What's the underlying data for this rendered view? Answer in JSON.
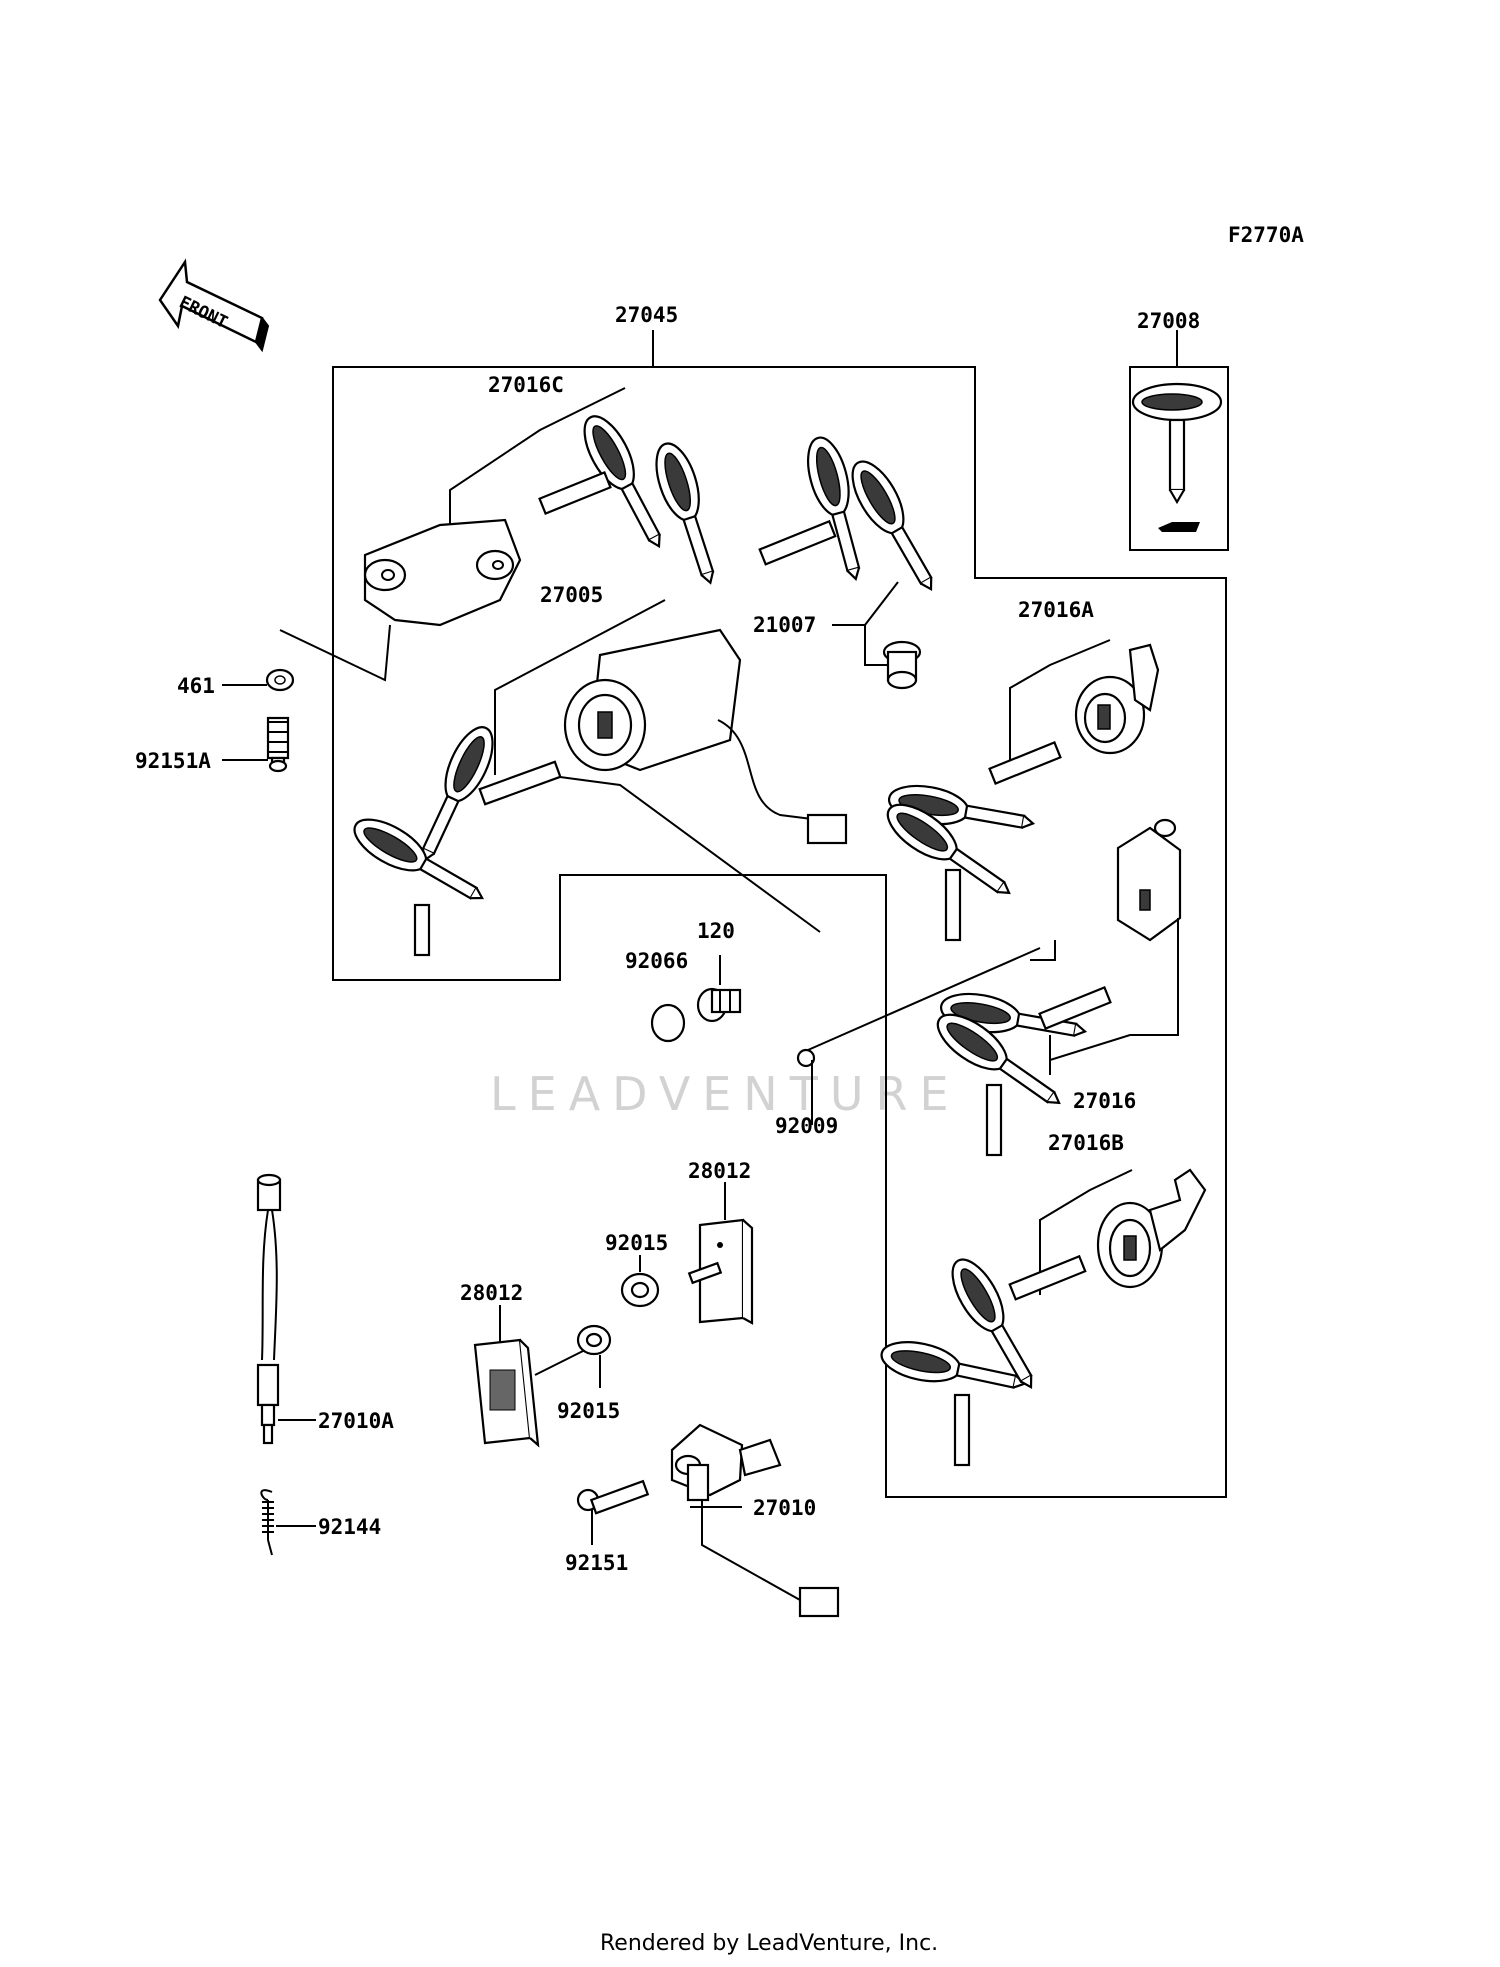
{
  "diagram": {
    "code": "F2770A",
    "front_label": "FRONT",
    "watermark": "LEADVENTURE",
    "footer": "Rendered by LeadVenture, Inc."
  },
  "callouts": {
    "p27045": "27045",
    "p27008": "27008",
    "p27016C": "27016C",
    "p27005": "27005",
    "p21007": "21007",
    "p27016A": "27016A",
    "p461": "461",
    "p92151A": "92151A",
    "p120": "120",
    "p92066": "92066",
    "p92009": "92009",
    "p27016": "27016",
    "p27016B": "27016B",
    "p28012_right": "28012",
    "p92015_top": "92015",
    "p28012_left": "28012",
    "p92015_bottom": "92015",
    "p27010A": "27010A",
    "p92144": "92144",
    "p27010": "27010",
    "p92151": "92151"
  }
}
